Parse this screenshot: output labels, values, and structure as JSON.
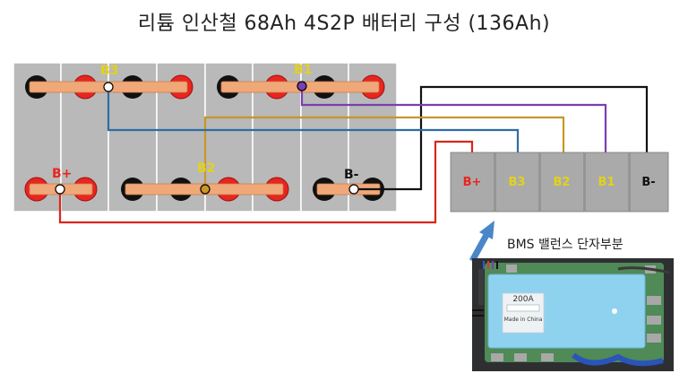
{
  "title": "리튬 인산철 68Ah  4S2P 배터리 구성 (136Ah)",
  "nodes": {
    "b3": "B3",
    "b1": "B1",
    "b_plus": "B+",
    "b2": "B2",
    "b_minus": "B-"
  },
  "bms_terminals": [
    "B+",
    "B3",
    "B2",
    "B1",
    "B-"
  ],
  "bms_caption": "BMS 밸런스 단자부분",
  "bms_board": {
    "rating": "200A",
    "made_in": "Made in China"
  },
  "colors": {
    "b_plus_wire": "#d9261c",
    "b3_wire": "#2e6da4",
    "b2_wire": "#c8962a",
    "b1_wire": "#7b3fb0",
    "b_minus_wire": "#111111",
    "busbar": "#f0a878",
    "arrow": "#4a86c8"
  }
}
